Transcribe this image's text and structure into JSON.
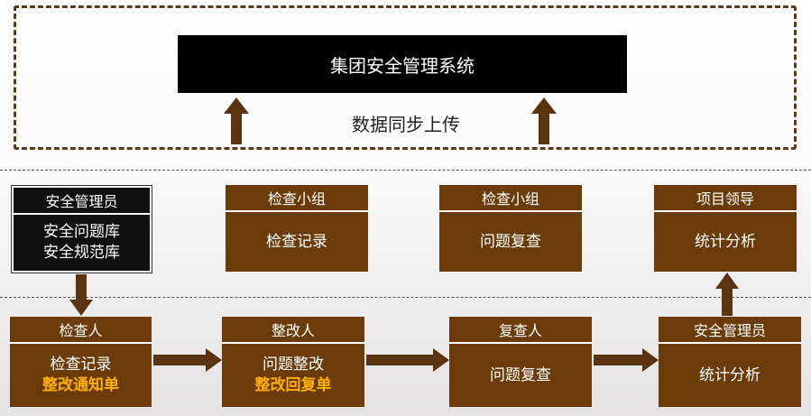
{
  "top": {
    "system_title": "集团安全管理系统",
    "sync_label": "数据同步上传"
  },
  "upper_row": [
    {
      "header": "安全管理员",
      "lines": [
        "安全问题库",
        "安全规范库"
      ]
    },
    {
      "header": "检查小组",
      "lines": [
        "检查记录"
      ]
    },
    {
      "header": "检查小组",
      "lines": [
        "问题复查"
      ]
    },
    {
      "header": "项目领导",
      "lines": [
        "统计分析"
      ]
    }
  ],
  "lower_row": [
    {
      "header": "检查人",
      "lines": [
        "检查记录"
      ],
      "highlight": "整改通知单"
    },
    {
      "header": "整改人",
      "lines": [
        "问题整改"
      ],
      "highlight": "整改回复单"
    },
    {
      "header": "复查人",
      "lines": [
        "问题复查"
      ]
    },
    {
      "header": "安全管理员",
      "lines": [
        "统计分析"
      ]
    }
  ],
  "colors": {
    "card_brown": "#6b3c0a",
    "arrow_brown": "#5a3310",
    "highlight_orange": "#ffb000",
    "system_box": "#000000"
  }
}
